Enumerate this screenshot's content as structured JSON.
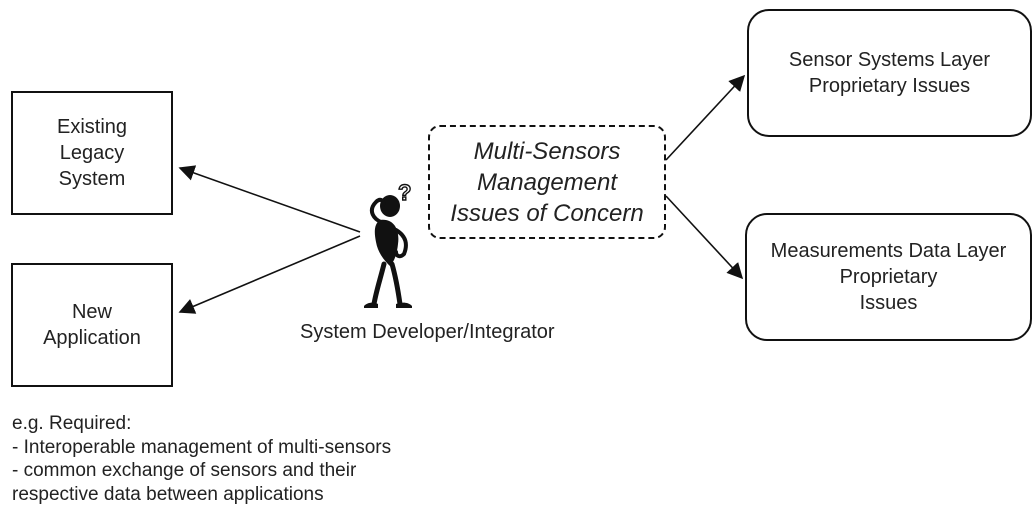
{
  "boxes": {
    "legacy": [
      "Existing",
      "Legacy",
      "System"
    ],
    "new_app": [
      "New",
      "Application"
    ],
    "sensor_layer": [
      "Sensor Systems Layer",
      "Proprietary Issues"
    ],
    "measurement_layer": [
      "Measurements Data Layer",
      "Proprietary",
      "Issues"
    ]
  },
  "concern": [
    "Multi-Sensors",
    "Management",
    "Issues of Concern"
  ],
  "figure": {
    "caption": "System Developer/Integrator",
    "icon": "thinking-person-icon",
    "mark": "?"
  },
  "notes": [
    "e.g. Required:",
    "- Interoperable management of multi-sensors",
    "- common exchange of sensors and their",
    "respective data between applications"
  ]
}
